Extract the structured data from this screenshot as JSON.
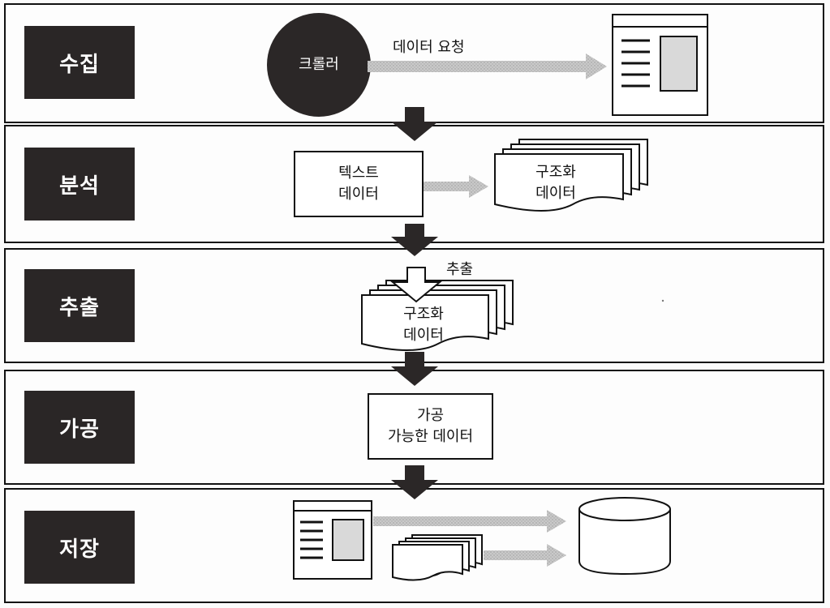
{
  "stages": {
    "collect": {
      "label": "수집",
      "crawler": "크롤러",
      "request": "데이터 요청"
    },
    "analyze": {
      "label": "분석",
      "text_data": [
        "텍스트",
        "데이터"
      ],
      "structured_data": [
        "구조화",
        "데이터"
      ]
    },
    "extract": {
      "label": "추출",
      "extract_label": "추출",
      "structured_data": [
        "구조화",
        "데이터"
      ]
    },
    "process": {
      "label": "가공",
      "processable": [
        "가공",
        "가능한 데이터"
      ]
    },
    "store": {
      "label": "저장"
    }
  },
  "colors": {
    "label_bg": "#2a2626",
    "crawler": "#2b2727",
    "arrow_gray": "#b5b5b5",
    "down_arrow": "#2b2727",
    "doc_panel": "#d9d9d9"
  }
}
